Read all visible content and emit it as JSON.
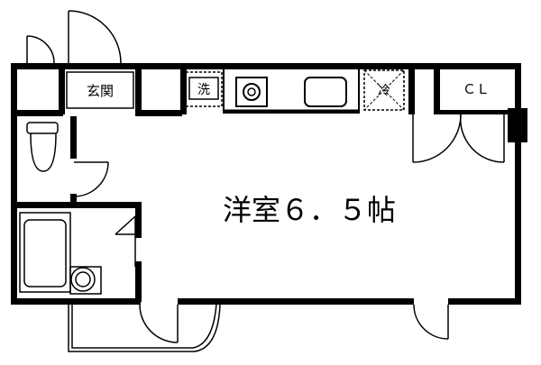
{
  "plan": {
    "main_room_label": "洋室６．５帖",
    "entrance_label": "玄関",
    "washer_label": "洗",
    "fridge_label": "冷",
    "closet_label": "ＣＬ"
  }
}
